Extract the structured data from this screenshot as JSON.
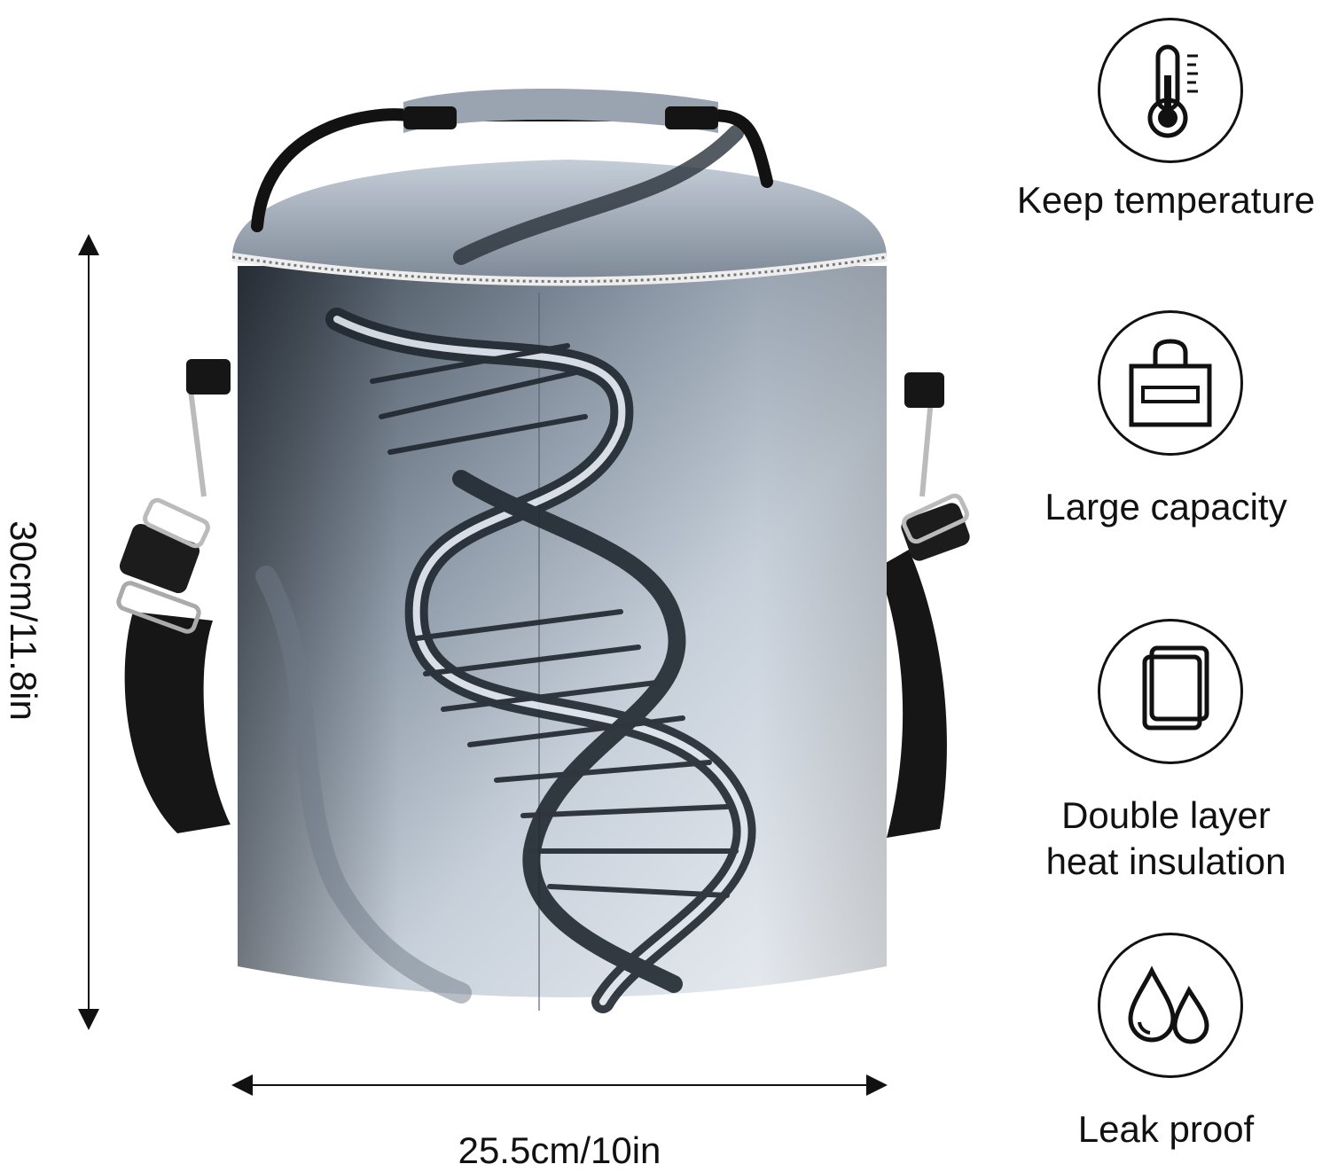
{
  "dimensions": {
    "height_label": "30cm/11.8in",
    "width_label": "25.5cm/10in"
  },
  "features": [
    {
      "icon": "thermometer-icon",
      "label": "Keep temperature"
    },
    {
      "icon": "bag-icon",
      "label": "Large capacity"
    },
    {
      "icon": "layers-icon",
      "label_line1": "Double layer",
      "label_line2": "heat insulation"
    },
    {
      "icon": "droplets-icon",
      "label": "Leak proof"
    }
  ],
  "colors": {
    "strap": "#1a1a1a",
    "bag_dark": "#3f4a56",
    "bag_light": "#e9edf2",
    "accent": "#111111"
  }
}
